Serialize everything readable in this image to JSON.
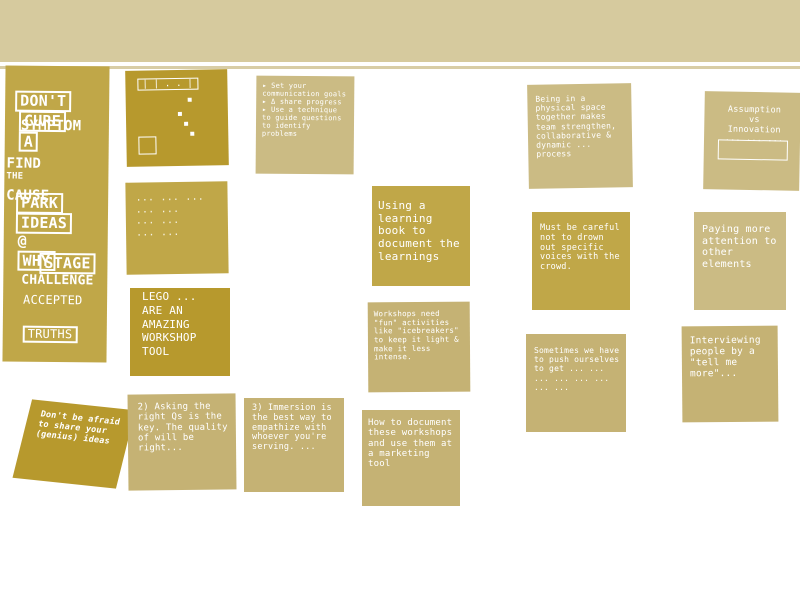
{
  "image": {
    "description_colors": {
      "background": "#ffffff",
      "ceiling": "#d6ca9e",
      "note": "#c0a748",
      "ink": "#ffffff"
    }
  },
  "big_note": {
    "line1": "DON'T",
    "line2a": "CURE",
    "line2b": "A",
    "line3": "SYMPTOM",
    "line4a": "FIND",
    "line4b": "THE",
    "line4c": "CAUSE",
    "line5": "PARK",
    "line6": "IDEAS",
    "line7a": "@",
    "line7b": "WHY",
    "line8": "STAGE",
    "line9": "CHALLENGE",
    "line10": "ACCEPTED",
    "line11": "TRUTHS"
  },
  "notes": {
    "top_small_diagram": {
      "text": "| | . . |"
    },
    "timer_note": {
      "text": "▸ Set your communication goals\n▸ Δ share progress\n▸ Use a technique to guide questions to identify problems"
    },
    "left_mid_note": {
      "text": "... ... ...\n... ...\n... ...\n... ..."
    },
    "lego_note": {
      "text": "LEGO ...\nARE AN\nAMAZING\nWORKSHOP\nTOOL"
    },
    "dont_be_afraid": {
      "text": "Don't be afraid to share your (genius) ideas"
    },
    "asking_note": {
      "text": "2) Asking the right Qs is the key. The quality of will be right..."
    },
    "immersion_note": {
      "text": "3) Immersion is the best way to empathize with whoever you're serving. ..."
    },
    "learning_log": {
      "text": "Using a learning book to document the learnings"
    },
    "fun_note": {
      "text": "Workshops need \"fun\" activities like \"icebreakers\" to keep it light & make it less intense."
    },
    "how_to_note": {
      "text": "How to document these workshops and use them at a marketing tool"
    },
    "physical_space": {
      "text": "Being in a physical space together makes team strengthen, collaborative & dynamic ... process"
    },
    "must_be_careful": {
      "text": "Must be careful not to drown out specific voices with the crowd."
    },
    "sometimes_note": {
      "text": "Sometimes we have to push ourselves to get ... ... ... ... ... ... ... ..."
    },
    "assumption_note": {
      "text": "Assumption\nvs\nInnovation\n... ... ..."
    },
    "paying_attention": {
      "text": "Paying more attention to other elements"
    },
    "interviewing": {
      "text": "Interviewing people by a \"tell me more\"..."
    }
  }
}
